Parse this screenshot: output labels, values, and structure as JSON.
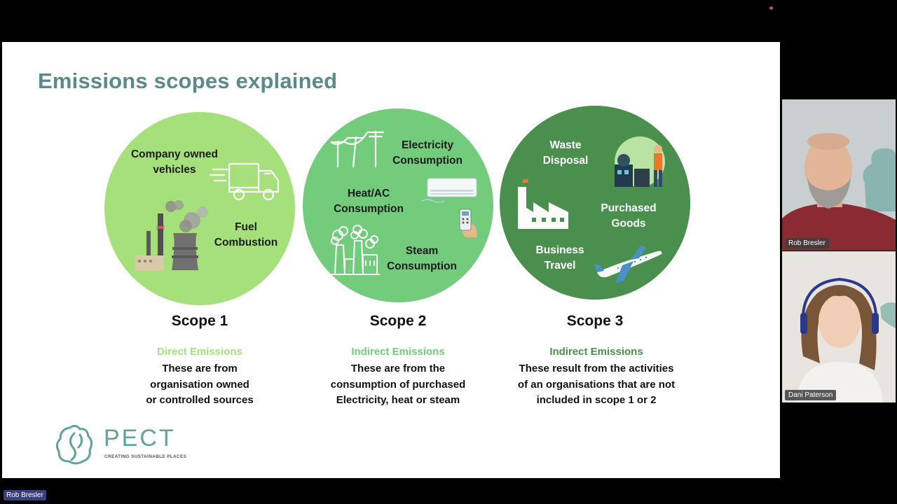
{
  "slide": {
    "title": "Emissions scopes explained",
    "scopes": [
      {
        "name": "Scope 1",
        "subtitle": "Direct Emissions",
        "subtitle_color": "#a6e07a",
        "circle_color": "#a6e07a",
        "description": "These are from\norganisation owned\nor controlled sources",
        "labels": [
          "Company owned\nvehicles",
          "Fuel\nCombustion"
        ],
        "icons": [
          "delivery-truck-icon",
          "power-plant-icon"
        ]
      },
      {
        "name": "Scope 2",
        "subtitle": "Indirect Emissions",
        "subtitle_color": "#73cc7c",
        "circle_color": "#73cc7c",
        "description": "These are from the\nconsumption of purchased\nElectricity, heat or steam",
        "labels": [
          "Electricity\nConsumption",
          "Heat/AC\nConsumption",
          "Steam\nConsumption"
        ],
        "icons": [
          "power-lines-icon",
          "air-conditioner-icon",
          "remote-control-icon",
          "factory-steam-icon"
        ]
      },
      {
        "name": "Scope 3",
        "subtitle": "Indirect Emissions",
        "subtitle_color": "#4a8f4e",
        "circle_color": "#4a8f4e",
        "description": "These result from the activities\nof an organisations that are not\nincluded in scope 1 or 2",
        "labels": [
          "Waste\nDisposal",
          "Purchased\nGoods",
          "Business\nTravel"
        ],
        "icons": [
          "waste-worker-icon",
          "factory-icon",
          "airplane-icon"
        ]
      }
    ],
    "logo": {
      "name": "PECT",
      "tagline": "CREATING SUSTAINABLE PLACES",
      "color": "#5fa39a"
    }
  },
  "participants": [
    {
      "name": "Rob Bresler"
    },
    {
      "name": "Dani Paterson"
    }
  ],
  "active_speaker": "Rob Bresler"
}
